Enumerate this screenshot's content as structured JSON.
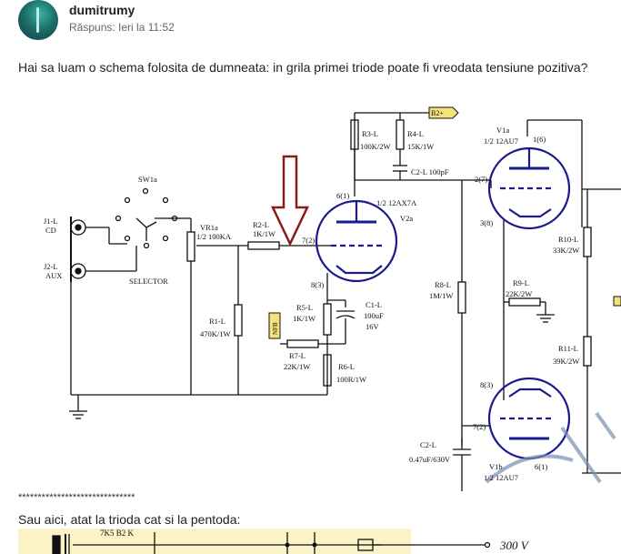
{
  "post": {
    "author": "dumitrumy",
    "meta": "Răspuns: Ieri la 11:52",
    "question": "Hai sa luam o schema folosita de dumneata: in grila primei triode poate fi vreodata tensiune pozitiva?",
    "separator": "******************************",
    "caption": "Sau aici, atat la trioda cat si la pentoda:"
  },
  "schematic": {
    "labels": {
      "j1": "J1-L",
      "cd": "CD",
      "j2": "J2-L",
      "aux": "AUX",
      "sw": "SW1a",
      "selector": "SELECTOR",
      "vr1": "VR1a",
      "vr1v": "1/2 100KA",
      "r1": "R1-L",
      "r1v": "470K/1W",
      "r2": "R2-L",
      "r2v": "1K/1W",
      "g7": "7(2)",
      "k8": "8(3)",
      "p6": "6(1)",
      "r3": "R3-L",
      "r3v": "100K/2W",
      "r4": "R4-L",
      "r4v": "15K/1W",
      "b2": "B2+",
      "c2": "C2-L 100pF",
      "tube1": "1/2 12AX7A",
      "v2a": "V2a",
      "r5": "R5-L",
      "r5v": "1K/1W",
      "c1": "C1-L",
      "c1v": "100uF",
      "c1v2": "16V",
      "nfb": "NFB",
      "r7": "R7-L",
      "r7v": "22K/1W",
      "r6": "R6-L",
      "r6v": "100R/1W",
      "v1a": "V1a",
      "v1av": "1/2 12AU7",
      "p16": "1(6)",
      "p27": "2(7)",
      "p38": "3(8)",
      "r8": "R8-L",
      "r8v": "1M/1W",
      "r9": "R9-L",
      "r9v": "22K/2W",
      "r10": "R10-L",
      "r10v": "33K/2W",
      "r11": "R11-L",
      "r11v": "39K/2W",
      "b83": "8(3)",
      "b72": "7(2)",
      "b6": "6(1)",
      "c2b": "C2-L",
      "c2bv": "0.47uF/630V",
      "v1b": "V1b",
      "v1bv": "1/2 12AU7"
    }
  },
  "second": {
    "label": "300 V",
    "partial": "7K5 B2 K"
  },
  "colors": {
    "wire": "#111111",
    "tube": "#1a1a8c",
    "arrow": "#8b1a1a",
    "tag": "#f5e27a"
  }
}
